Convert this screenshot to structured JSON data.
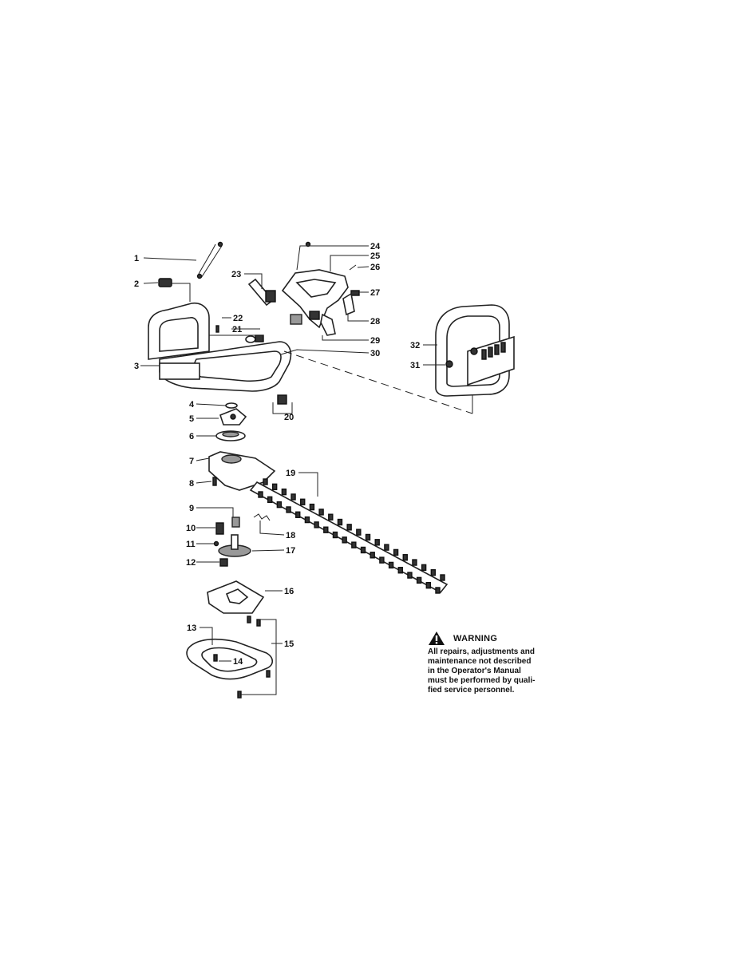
{
  "callouts": [
    "1",
    "2",
    "3",
    "4",
    "5",
    "6",
    "7",
    "8",
    "9",
    "10",
    "11",
    "12",
    "13",
    "14",
    "15",
    "16",
    "17",
    "18",
    "19",
    "20",
    "21",
    "22",
    "23",
    "24",
    "25",
    "26",
    "27",
    "28",
    "29",
    "30",
    "31",
    "32"
  ],
  "warning": {
    "title": "WARNING",
    "lines": [
      "All repairs, adjustments and",
      "maintenance not described",
      "in the Operator's Manual",
      "must be performed by quali-",
      "fied service personnel."
    ],
    "icon": "warning-triangle-icon"
  }
}
